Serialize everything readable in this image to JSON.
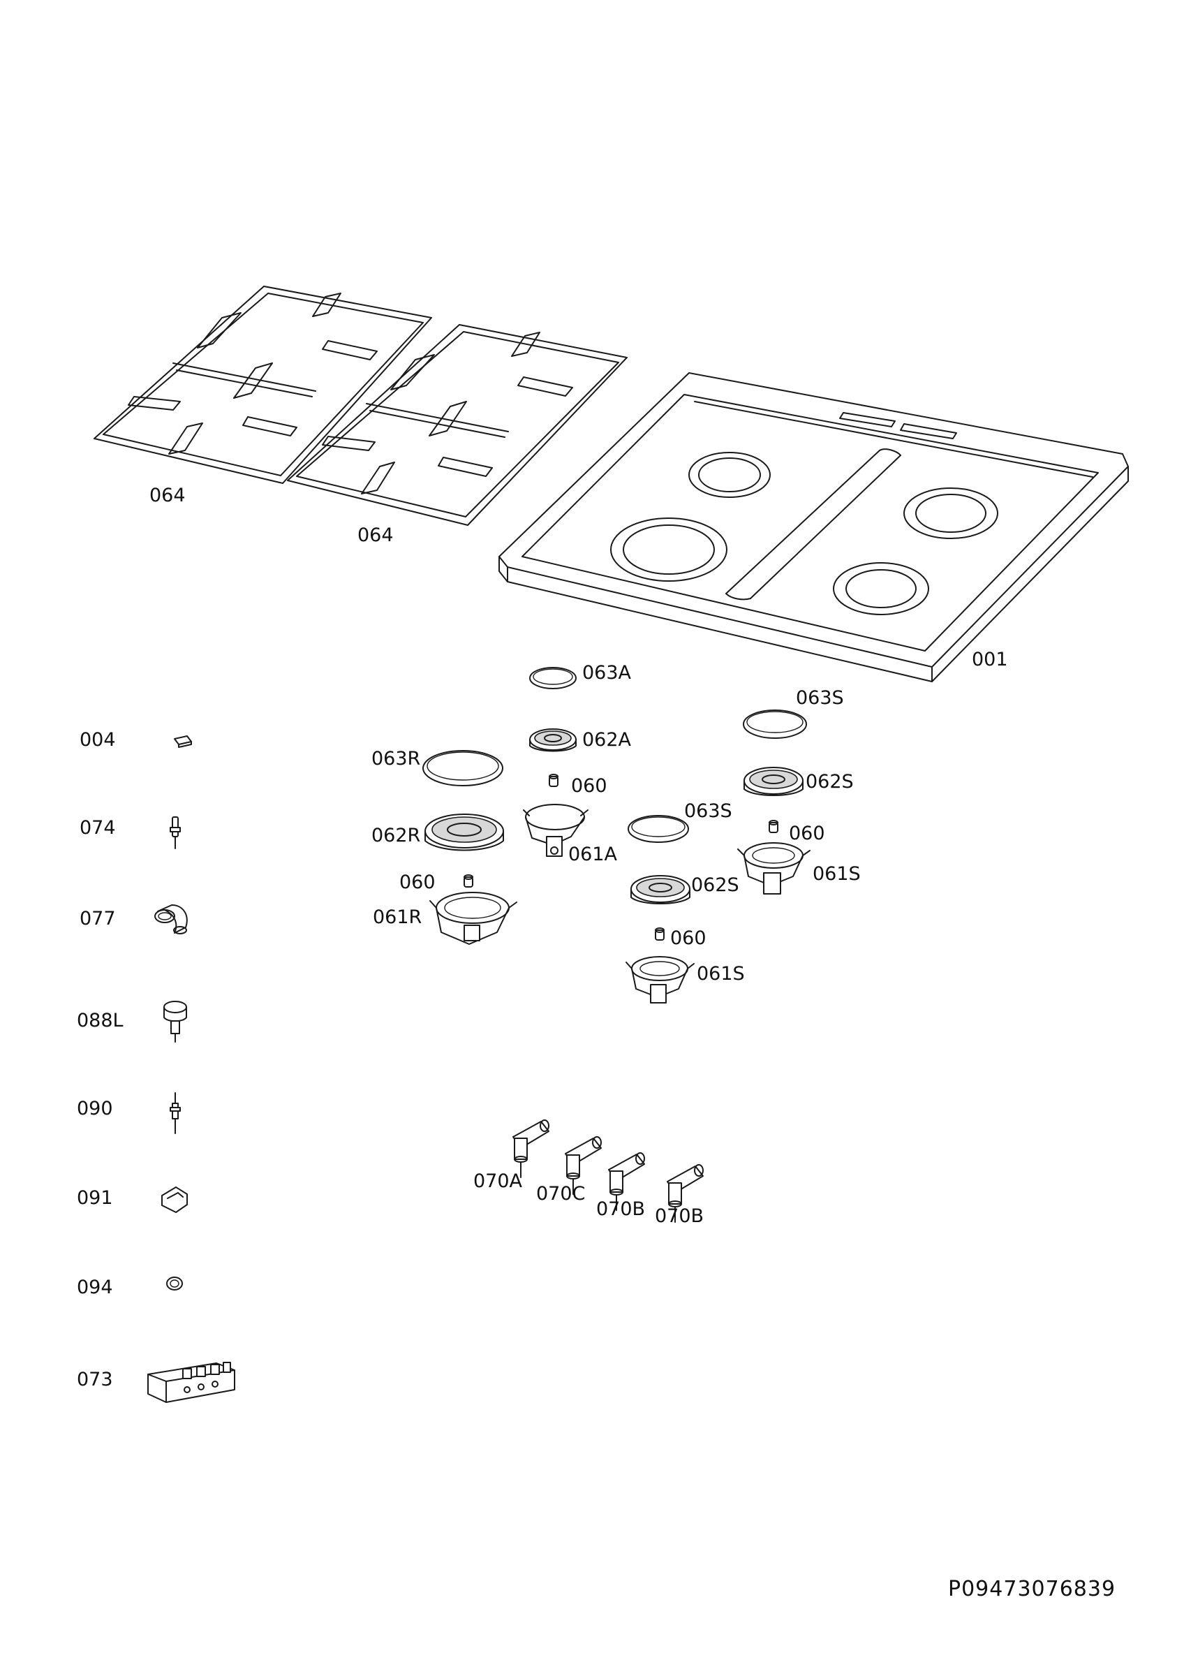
{
  "labels": {
    "cooktop": "001",
    "grid_left": "064",
    "grid_right": "064",
    "cap_063A": "063A",
    "crown_062A": "062A",
    "injector_060_A": "060",
    "body_061A": "061A",
    "cap_063R": "063R",
    "crown_062R": "062R",
    "injector_060_R": "060",
    "body_061R": "061R",
    "cap_063S_top": "063S",
    "crown_062S_top": "062S",
    "injector_060_S_top": "060",
    "body_061S_top": "061S",
    "cap_063S_mid": "063S",
    "crown_062S_mid": "062S",
    "injector_060_S_mid": "060",
    "body_061S_mid": "061S",
    "valve_070A": "070A",
    "valve_070C": "070C",
    "valve_070B_1": "070B",
    "valve_070B_2": "070B"
  },
  "side_parts": [
    {
      "label": "004",
      "icon": "clip-icon"
    },
    {
      "label": "074",
      "icon": "thermocouple-icon"
    },
    {
      "label": "077",
      "icon": "pipe-fitting-icon"
    },
    {
      "label": "088L",
      "icon": "knob-icon"
    },
    {
      "label": "090",
      "icon": "ignition-electrode-icon"
    },
    {
      "label": "091",
      "icon": "bracket-icon"
    },
    {
      "label": "094",
      "icon": "washer-icon"
    },
    {
      "label": "073",
      "icon": "ignition-module-icon"
    }
  ],
  "document_id": "P09473076839"
}
